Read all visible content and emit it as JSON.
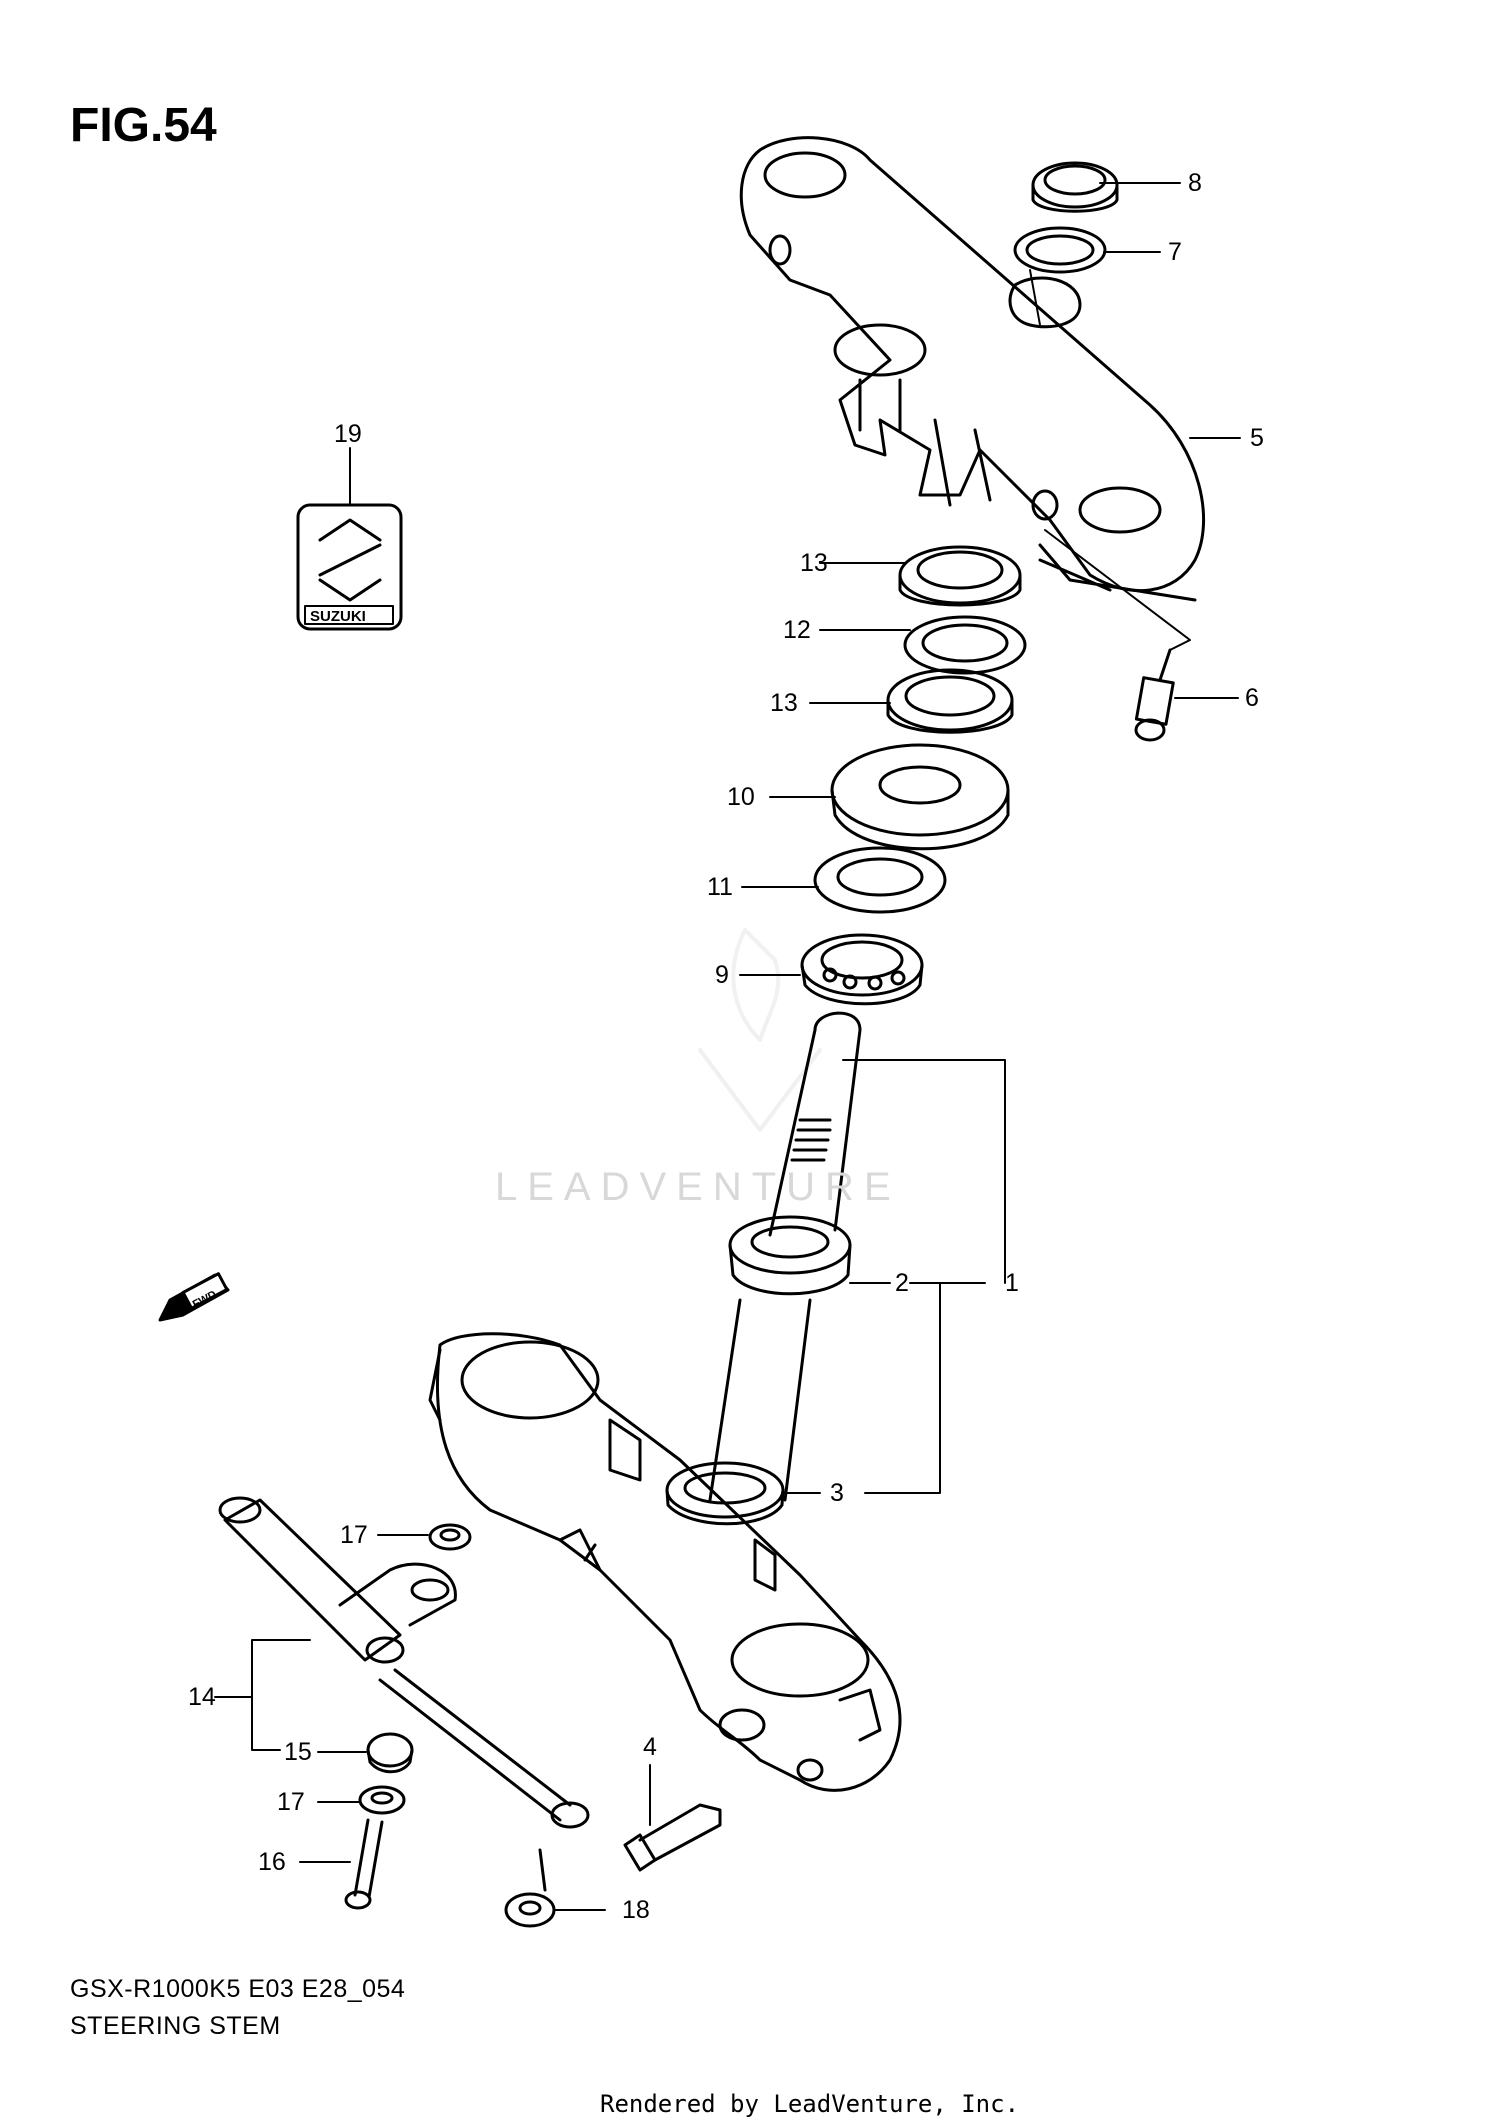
{
  "figure": {
    "title": "FIG.54",
    "model_code": "GSX-R1000K5 E03 E28_054",
    "section_name": "STEERING STEM"
  },
  "watermark": {
    "text": "LEADVENTURE"
  },
  "footer": {
    "rendered_by": "Rendered by LeadVenture, Inc."
  },
  "emblem": {
    "text": "SUZUKI"
  },
  "direction_badge": {
    "text": "FWD"
  },
  "callouts": {
    "c1": "1",
    "c2": "2",
    "c3": "3",
    "c4": "4",
    "c5": "5",
    "c6": "6",
    "c7": "7",
    "c8": "8",
    "c9": "9",
    "c10": "10",
    "c11": "11",
    "c12": "12",
    "c13a": "13",
    "c13b": "13",
    "c14": "14",
    "c15": "15",
    "c16": "16",
    "c17a": "17",
    "c17b": "17",
    "c18": "18",
    "c19": "19"
  }
}
